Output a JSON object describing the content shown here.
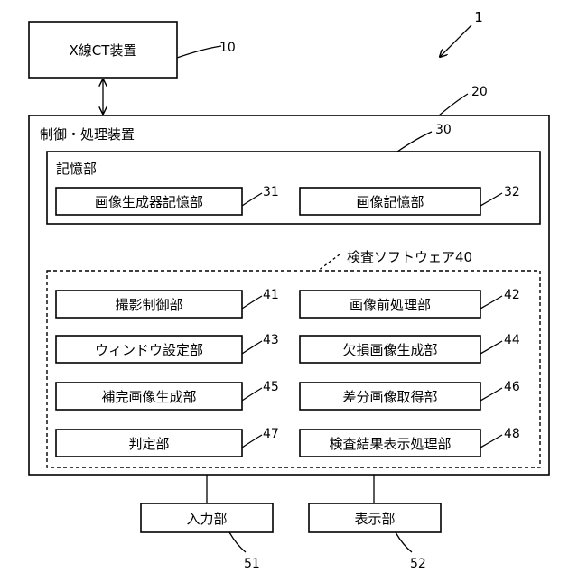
{
  "figure_number": "1",
  "xray_ct": {
    "label": "X線CT装置",
    "ref": "10"
  },
  "control_unit": {
    "label": "制御・処理装置",
    "ref": "20"
  },
  "storage": {
    "label": "記憶部",
    "ref": "30",
    "items": [
      {
        "label": "画像生成器記憶部",
        "ref": "31"
      },
      {
        "label": "画像記憶部",
        "ref": "32"
      }
    ]
  },
  "software": {
    "label": "検査ソフトウェア40",
    "items": [
      {
        "label": "撮影制御部",
        "ref": "41"
      },
      {
        "label": "画像前処理部",
        "ref": "42"
      },
      {
        "label": "ウィンドウ設定部",
        "ref": "43"
      },
      {
        "label": "欠損画像生成部",
        "ref": "44"
      },
      {
        "label": "補完画像生成部",
        "ref": "45"
      },
      {
        "label": "差分画像取得部",
        "ref": "46"
      },
      {
        "label": "判定部",
        "ref": "47"
      },
      {
        "label": "検査結果表示処理部",
        "ref": "48"
      }
    ]
  },
  "input_unit": {
    "label": "入力部",
    "ref": "51"
  },
  "display_unit": {
    "label": "表示部",
    "ref": "52"
  }
}
